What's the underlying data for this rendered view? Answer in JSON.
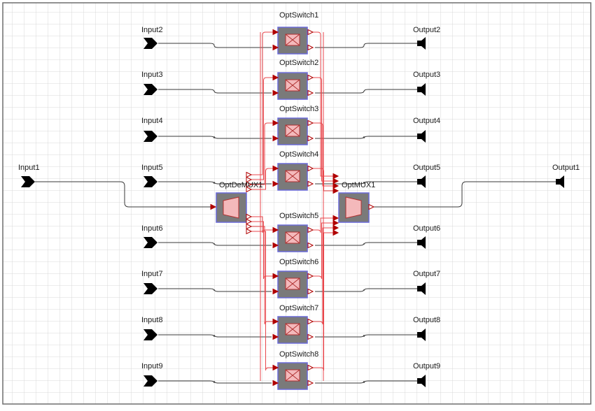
{
  "colors": {
    "grid": "#d9d9d9",
    "border": "#6e6e6e",
    "wire": "#3a3a3a",
    "optical_wire": "#e8474c",
    "port_arrow": "#b00000",
    "block_fill": "#7a7a7a",
    "block_border": "#6a6ad8",
    "block_core": "#f4b9bb",
    "terminal": "#000000"
  },
  "inputs": [
    {
      "label": "Input1"
    },
    {
      "label": "Input2"
    },
    {
      "label": "Input3"
    },
    {
      "label": "Input4"
    },
    {
      "label": "Input5"
    },
    {
      "label": "Input6"
    },
    {
      "label": "Input7"
    },
    {
      "label": "Input8"
    },
    {
      "label": "Input9"
    }
  ],
  "outputs": [
    {
      "label": "Output1"
    },
    {
      "label": "Output2"
    },
    {
      "label": "Output3"
    },
    {
      "label": "Output4"
    },
    {
      "label": "Output5"
    },
    {
      "label": "Output6"
    },
    {
      "label": "Output7"
    },
    {
      "label": "Output8"
    },
    {
      "label": "Output9"
    }
  ],
  "switches": [
    {
      "label": "OptSwitch1"
    },
    {
      "label": "OptSwitch2"
    },
    {
      "label": "OptSwitch3"
    },
    {
      "label": "OptSwitch4"
    },
    {
      "label": "OptSwitch5"
    },
    {
      "label": "OptSwitch6"
    },
    {
      "label": "OptSwitch7"
    },
    {
      "label": "OptSwitch8"
    }
  ],
  "demux": {
    "label": "OptDeMUX1",
    "icon": "demux-trapezoid-icon"
  },
  "mux": {
    "label": "OptMUX1",
    "icon": "mux-trapezoid-icon"
  }
}
